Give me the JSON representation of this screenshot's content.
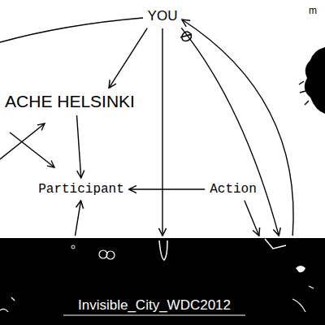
{
  "diagram": {
    "nodes": [
      {
        "text": [
          "YOU"
        ]
      },
      {
        "text": [
          "ACHE HELSINKI"
        ]
      },
      {
        "text": [
          "Participant"
        ]
      },
      {
        "text": [
          "Action"
        ]
      },
      {
        "text": [
          "Invisible_City_WDC2012"
        ]
      }
    ],
    "edges": [
      {
        "from": 0,
        "to": 1,
        "arrow": "to"
      },
      {
        "from": 1,
        "to": 2,
        "arrow": "to"
      },
      {
        "from": 0,
        "to": 4,
        "arrow": "to"
      },
      {
        "from": 3,
        "to": 2,
        "arrow": "to"
      },
      {
        "from": 3,
        "to": 4,
        "arrow": "to"
      },
      {
        "from": 4,
        "to": 2,
        "arrow": "to"
      },
      {
        "from": 4,
        "to": 0,
        "arrow": "to"
      },
      {
        "from": 0,
        "to": 4,
        "arrow": "to"
      }
    ],
    "labels": [
      "m"
    ]
  }
}
